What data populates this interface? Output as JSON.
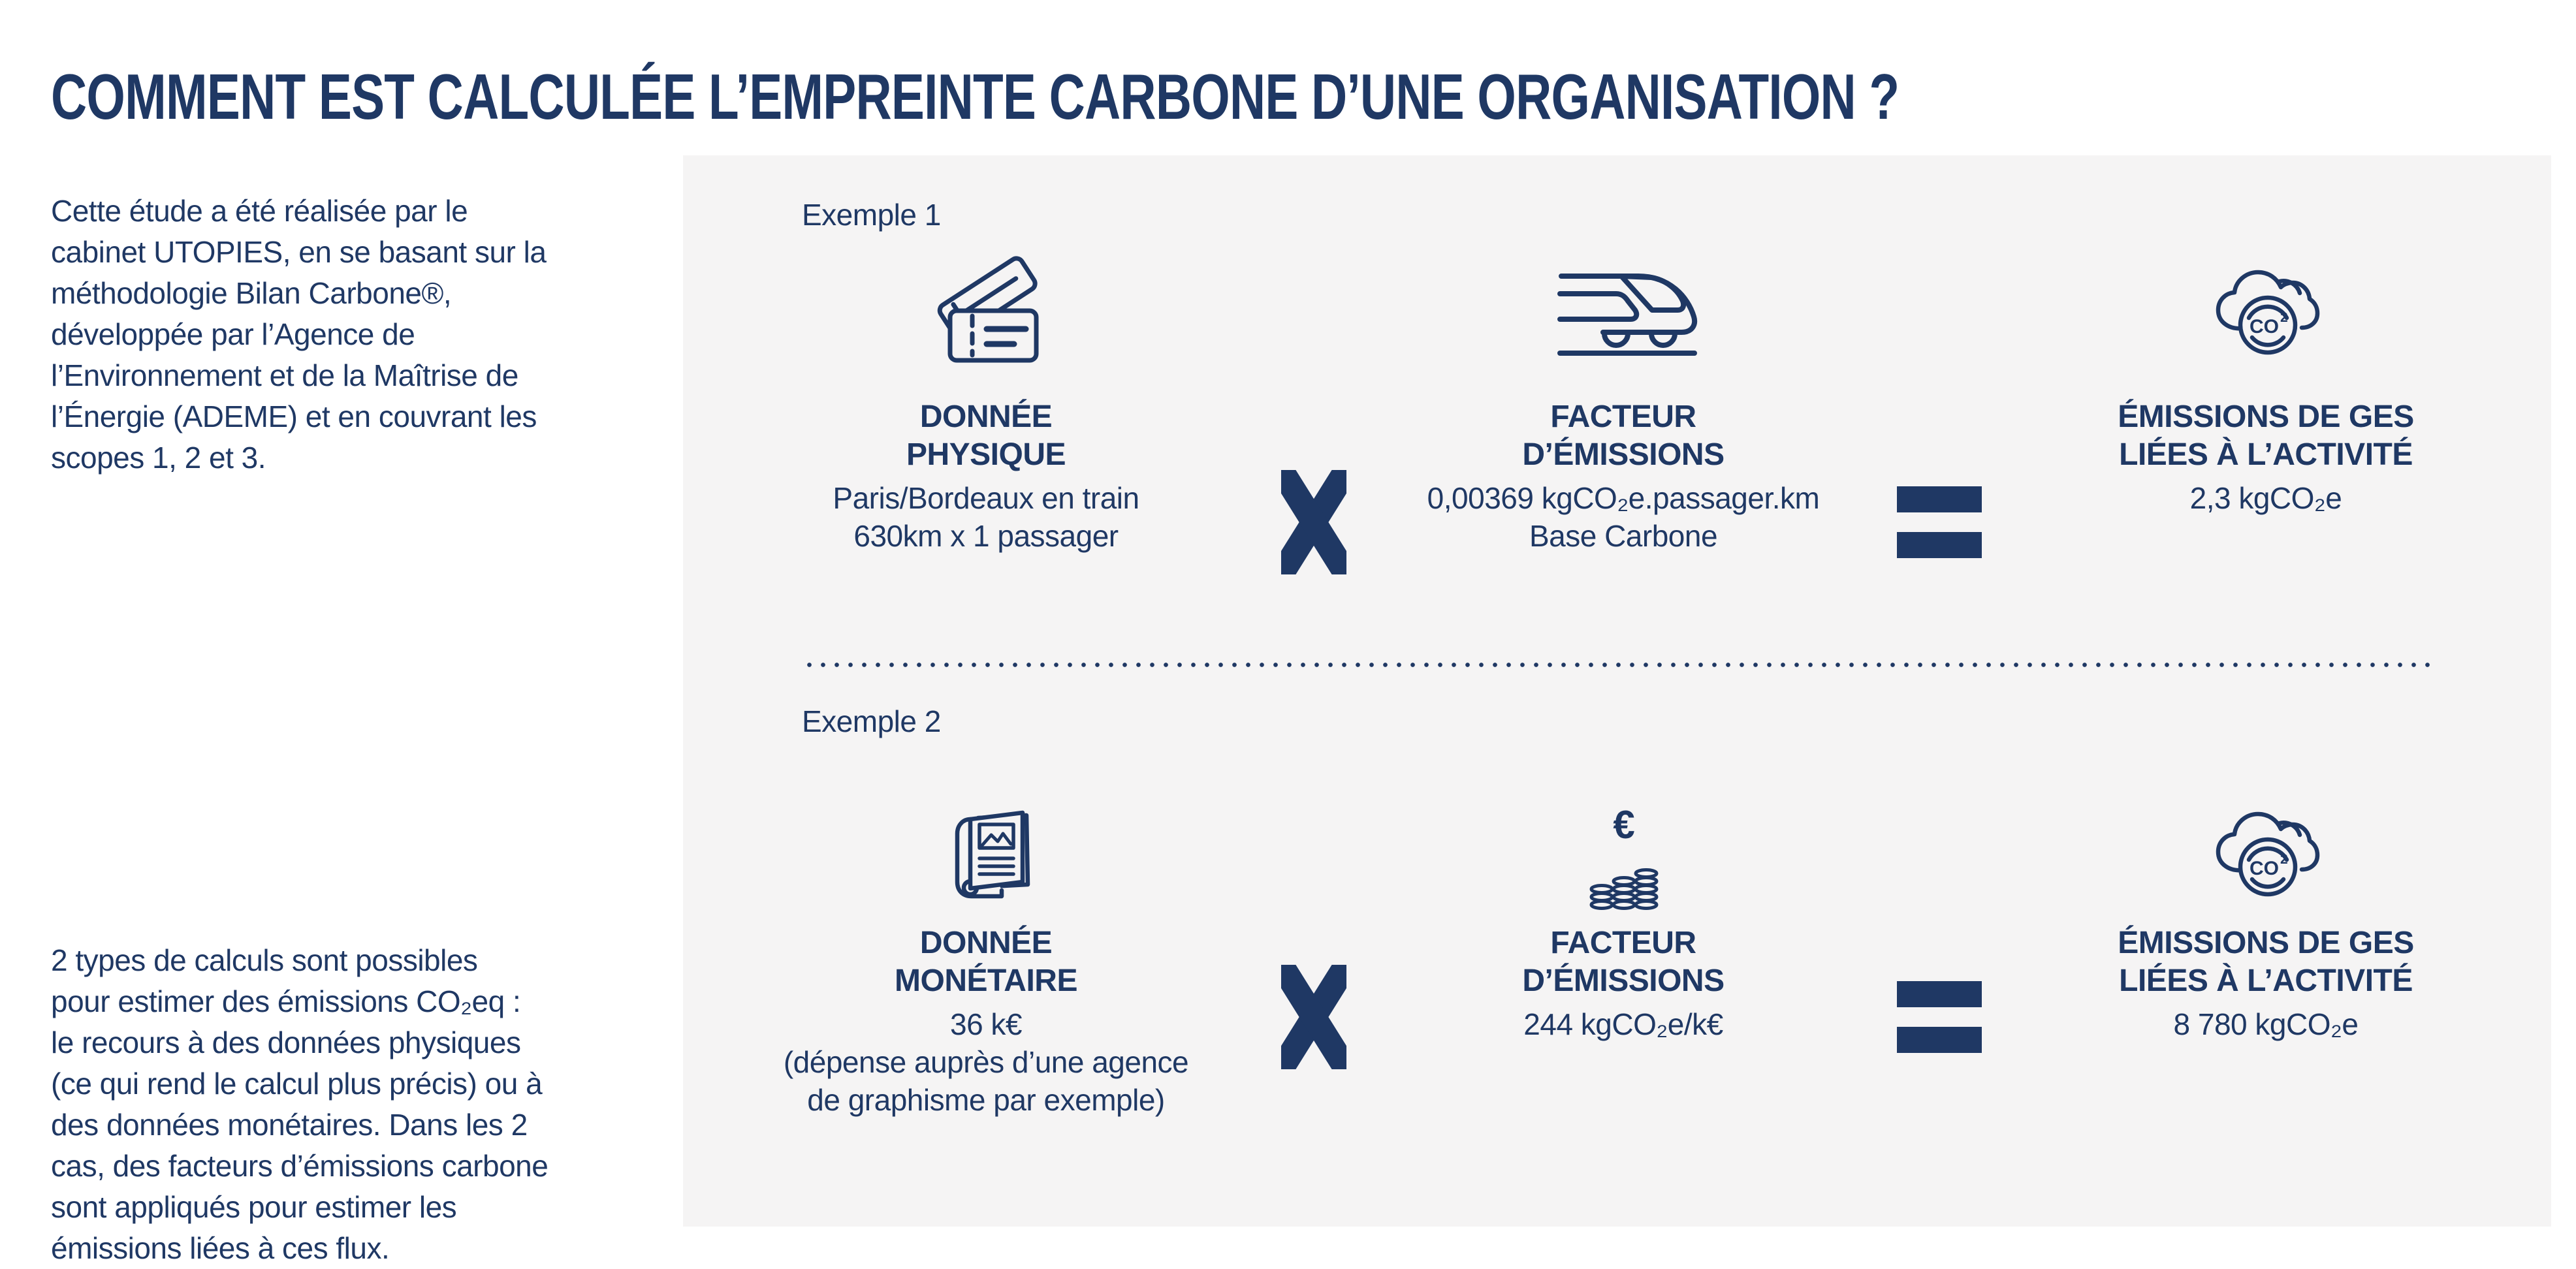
{
  "page": {
    "title": "COMMENT EST CALCULÉE L’EMPREINTE CARBONE D’UNE ORGANISATION ?",
    "colors": {
      "accent": "#1F3864",
      "panel_background": "#F5F4F4",
      "page_background": "#FFFFFF"
    }
  },
  "intro_paragraph": "Cette étude a été réalisée par le\ncabinet UTOPIES, en se basant sur la\nméthodologie Bilan Carbone®,\ndéveloppée par l’Agence de\nl’Environnement et de la Maîtrise de\nl’Énergie (ADEME) et en couvrant les\nscopes 1, 2 et 3.",
  "method_paragraph": "2 types de calculs sont possibles\npour estimer des émissions CO₂eq :\nle recours à des données physiques\n(ce qui rend le calcul plus précis) ou à\ndes données monétaires. Dans les 2\ncas, des facteurs d’émissions carbone\nsont appliqués pour estimer les\némissions liées à ces flux.",
  "icons": {
    "co2_label": "CO",
    "co2_sup": "2",
    "euro_symbol": "€"
  },
  "panel": {
    "examples": [
      {
        "label": "Exemple 1",
        "operand1": {
          "icon": "train-tickets-icon",
          "title": "DONNÉE\nPHYSIQUE",
          "detail": "Paris/Bordeaux en train\n630km x 1 passager"
        },
        "operator1": "×",
        "operand2": {
          "icon": "high-speed-train-icon",
          "title": "FACTEUR\nD’ÉMISSIONS",
          "detail": "0,00369 kgCO₂e.passager.km\nBase Carbone"
        },
        "operator2": "=",
        "result": {
          "icon": "co2-cloud-icon",
          "title": "ÉMISSIONS DE GES\nLIÉES À L’ACTIVITÉ",
          "detail": "2,3 kgCO₂e"
        }
      },
      {
        "label": "Exemple 2",
        "operand1": {
          "icon": "magazine-icon",
          "title": "DONNÉE\nMONÉTAIRE",
          "detail": "36 k€\n(dépense auprès d’une agence\nde graphisme par exemple)"
        },
        "operator1": "×",
        "operand2": {
          "icon": "euro-coins-icon",
          "title": "FACTEUR\nD’ÉMISSIONS",
          "detail": "244 kgCO₂e/k€"
        },
        "operator2": "=",
        "result": {
          "icon": "co2-cloud-icon",
          "title": "ÉMISSIONS DE GES\nLIÉES À L’ACTIVITÉ",
          "detail": "8 780 kgCO₂e"
        }
      }
    ]
  }
}
